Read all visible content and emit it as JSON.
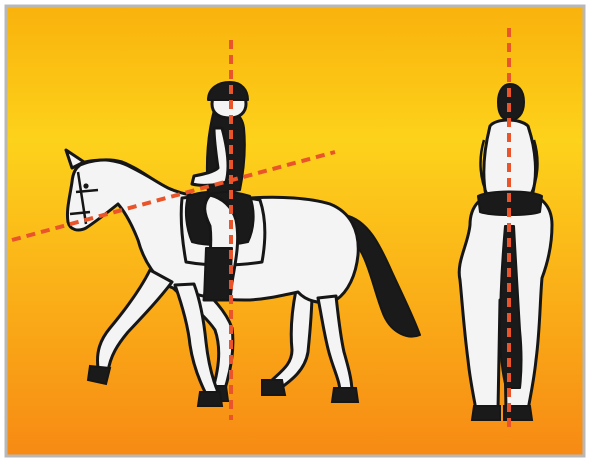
{
  "illustration": {
    "subject": "dressage-rider-alignment",
    "views": [
      "side-view",
      "rear-view"
    ]
  },
  "colors": {
    "background_top": "#f9b20c",
    "background_mid": "#fdd21b",
    "background_bottom": "#f78a14",
    "guide_line": "#e9542a",
    "outline": "#161616",
    "horse_fill": "#f4f4f4",
    "rider_fill": "#1a1a1a",
    "border": "#b8b8b8"
  }
}
